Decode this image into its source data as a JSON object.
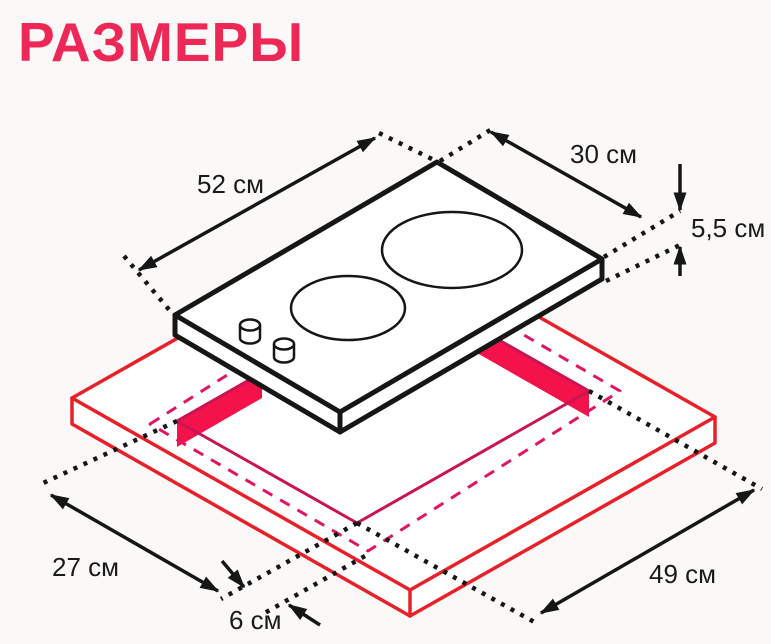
{
  "title": "РАЗМЕРЫ",
  "colors": {
    "title": "#ed2756",
    "line_black": "#161616",
    "worktop_red": "#e7202a",
    "cutout_solid": "#c81554",
    "cutout_wall_fill": "#f31249",
    "footprint_dashed": "#e01563",
    "dimension_text": "#1a1a1a",
    "background": "#faf9f8"
  },
  "diagram": {
    "type": "isometric-dimension-drawing",
    "subject": "two-burner-domino-hob-above-worktop-cutout",
    "hob": {
      "burner_count": 2,
      "knob_count": 2
    }
  },
  "dimensions": {
    "hob_width": "52 см",
    "hob_depth": "30 см",
    "hob_height": "5,5 см",
    "cutout_width": "27 см",
    "cutout_front_gap": "6 см",
    "cutout_length": "49 см"
  }
}
